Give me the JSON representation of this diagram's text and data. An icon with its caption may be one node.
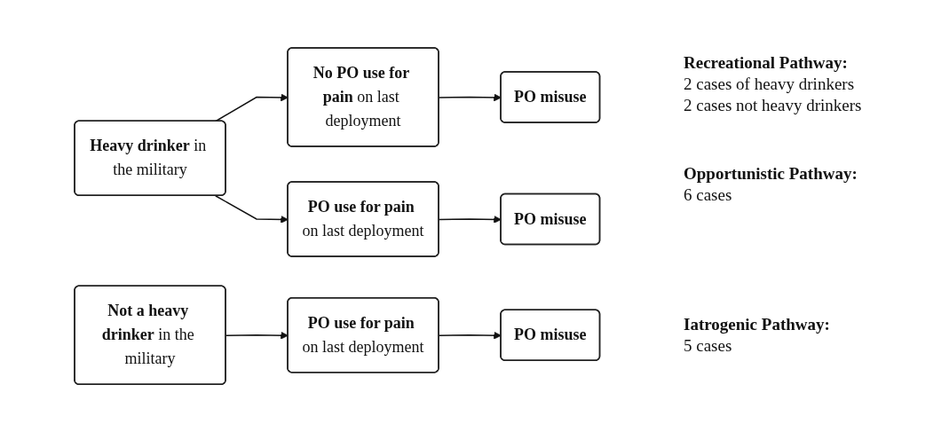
{
  "diagram": {
    "nodes": [
      {
        "text": [
          "**Heavy drinker** in the military"
        ]
      },
      {
        "text": [
          "**No PO use for pain** on last deployment"
        ]
      },
      {
        "text": [
          "PO misuse"
        ]
      },
      {
        "text": [
          "**PO use for pain** on last deployment"
        ]
      },
      {
        "text": [
          "PO misuse"
        ]
      },
      {
        "text": [
          "**Not a heavy drinker** in the military"
        ]
      },
      {
        "text": [
          "**PO use for pain** on last deployment"
        ]
      },
      {
        "text": [
          "PO misuse"
        ]
      }
    ],
    "edges": [
      {
        "from": 0,
        "to": 1,
        "arrow": "to"
      },
      {
        "from": 0,
        "to": 3,
        "arrow": "to"
      },
      {
        "from": 1,
        "to": 2,
        "arrow": "to"
      },
      {
        "from": 3,
        "to": 4,
        "arrow": "to"
      },
      {
        "from": 5,
        "to": 6,
        "arrow": "to"
      },
      {
        "from": 6,
        "to": 7,
        "arrow": "to"
      }
    ],
    "labels": [
      "Recreational Pathway:",
      "2 cases of heavy drinkers",
      "2 cases not heavy drinkers",
      "Opportunistic Pathway:",
      "6 cases",
      "Iatrogenic Pathway:",
      "5 cases"
    ]
  }
}
